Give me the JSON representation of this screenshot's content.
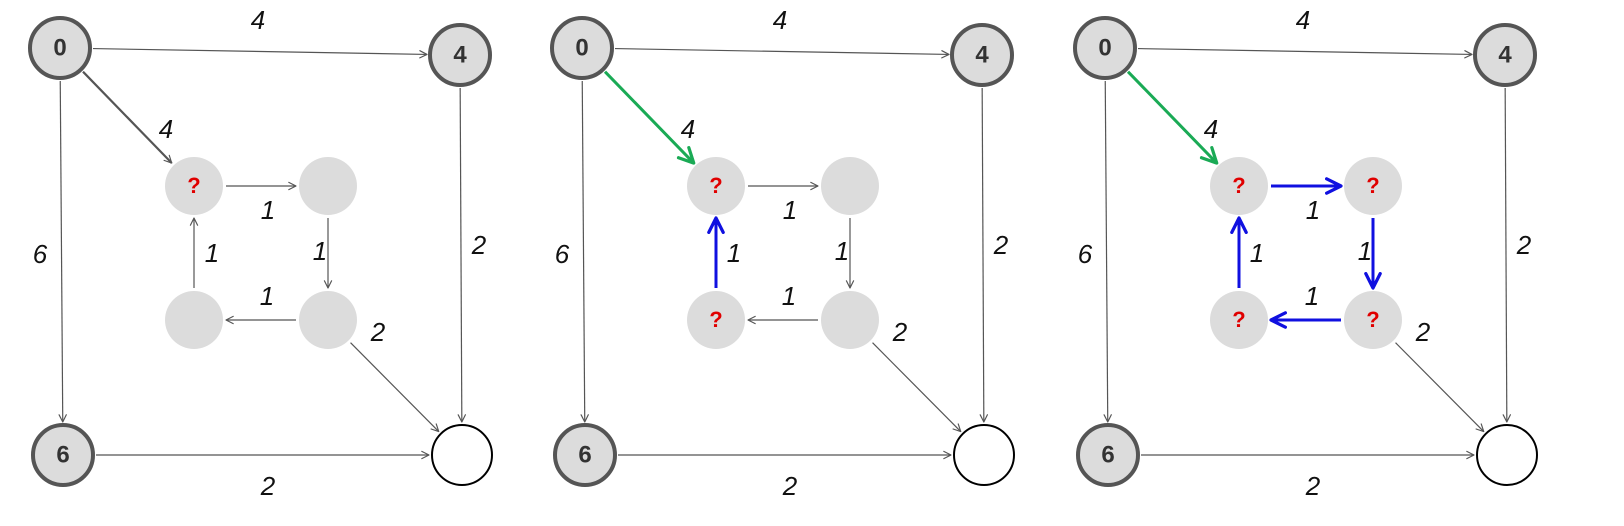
{
  "colors": {
    "big_node_fill": "#dcdcdc",
    "big_node_stroke": "#555555",
    "small_node_fill": "#dcdcdc",
    "edge_default": "#555555",
    "edge_green": "#1aaa55",
    "edge_blue": "#1010e0",
    "question_mark": "#e00000"
  },
  "panels": [
    {
      "nodes": {
        "n0": "0",
        "n4": "4",
        "n6": "6",
        "a": "?",
        "b": "",
        "c": "",
        "d": "",
        "t": ""
      },
      "weights": {
        "n0_n4": "4",
        "n0_a": "4",
        "n0_n6": "6",
        "n4_t": "2",
        "a_b": "1",
        "b_c": "1",
        "c_d": "1",
        "d_a": "1",
        "c_t": "2",
        "n6_t": "2"
      },
      "highlights": {
        "n0_a": "default",
        "d_a": "default",
        "a_b": "default",
        "b_c": "default",
        "c_d": "default"
      }
    },
    {
      "nodes": {
        "n0": "0",
        "n4": "4",
        "n6": "6",
        "a": "?",
        "b": "",
        "c": "",
        "d": "?",
        "t": ""
      },
      "weights": {
        "n0_n4": "4",
        "n0_a": "4",
        "n0_n6": "6",
        "n4_t": "2",
        "a_b": "1",
        "b_c": "1",
        "c_d": "1",
        "d_a": "1",
        "c_t": "2",
        "n6_t": "2"
      },
      "highlights": {
        "n0_a": "green",
        "d_a": "blue",
        "a_b": "default",
        "b_c": "default",
        "c_d": "default"
      }
    },
    {
      "nodes": {
        "n0": "0",
        "n4": "4",
        "n6": "6",
        "a": "?",
        "b": "?",
        "c": "?",
        "d": "?",
        "t": ""
      },
      "weights": {
        "n0_n4": "4",
        "n0_a": "4",
        "n0_n6": "6",
        "n4_t": "2",
        "a_b": "1",
        "b_c": "1",
        "c_d": "1",
        "d_a": "1",
        "c_t": "2",
        "n6_t": "2"
      },
      "highlights": {
        "n0_a": "green",
        "d_a": "blue",
        "a_b": "blue",
        "b_c": "blue",
        "c_d": "blue"
      }
    }
  ]
}
